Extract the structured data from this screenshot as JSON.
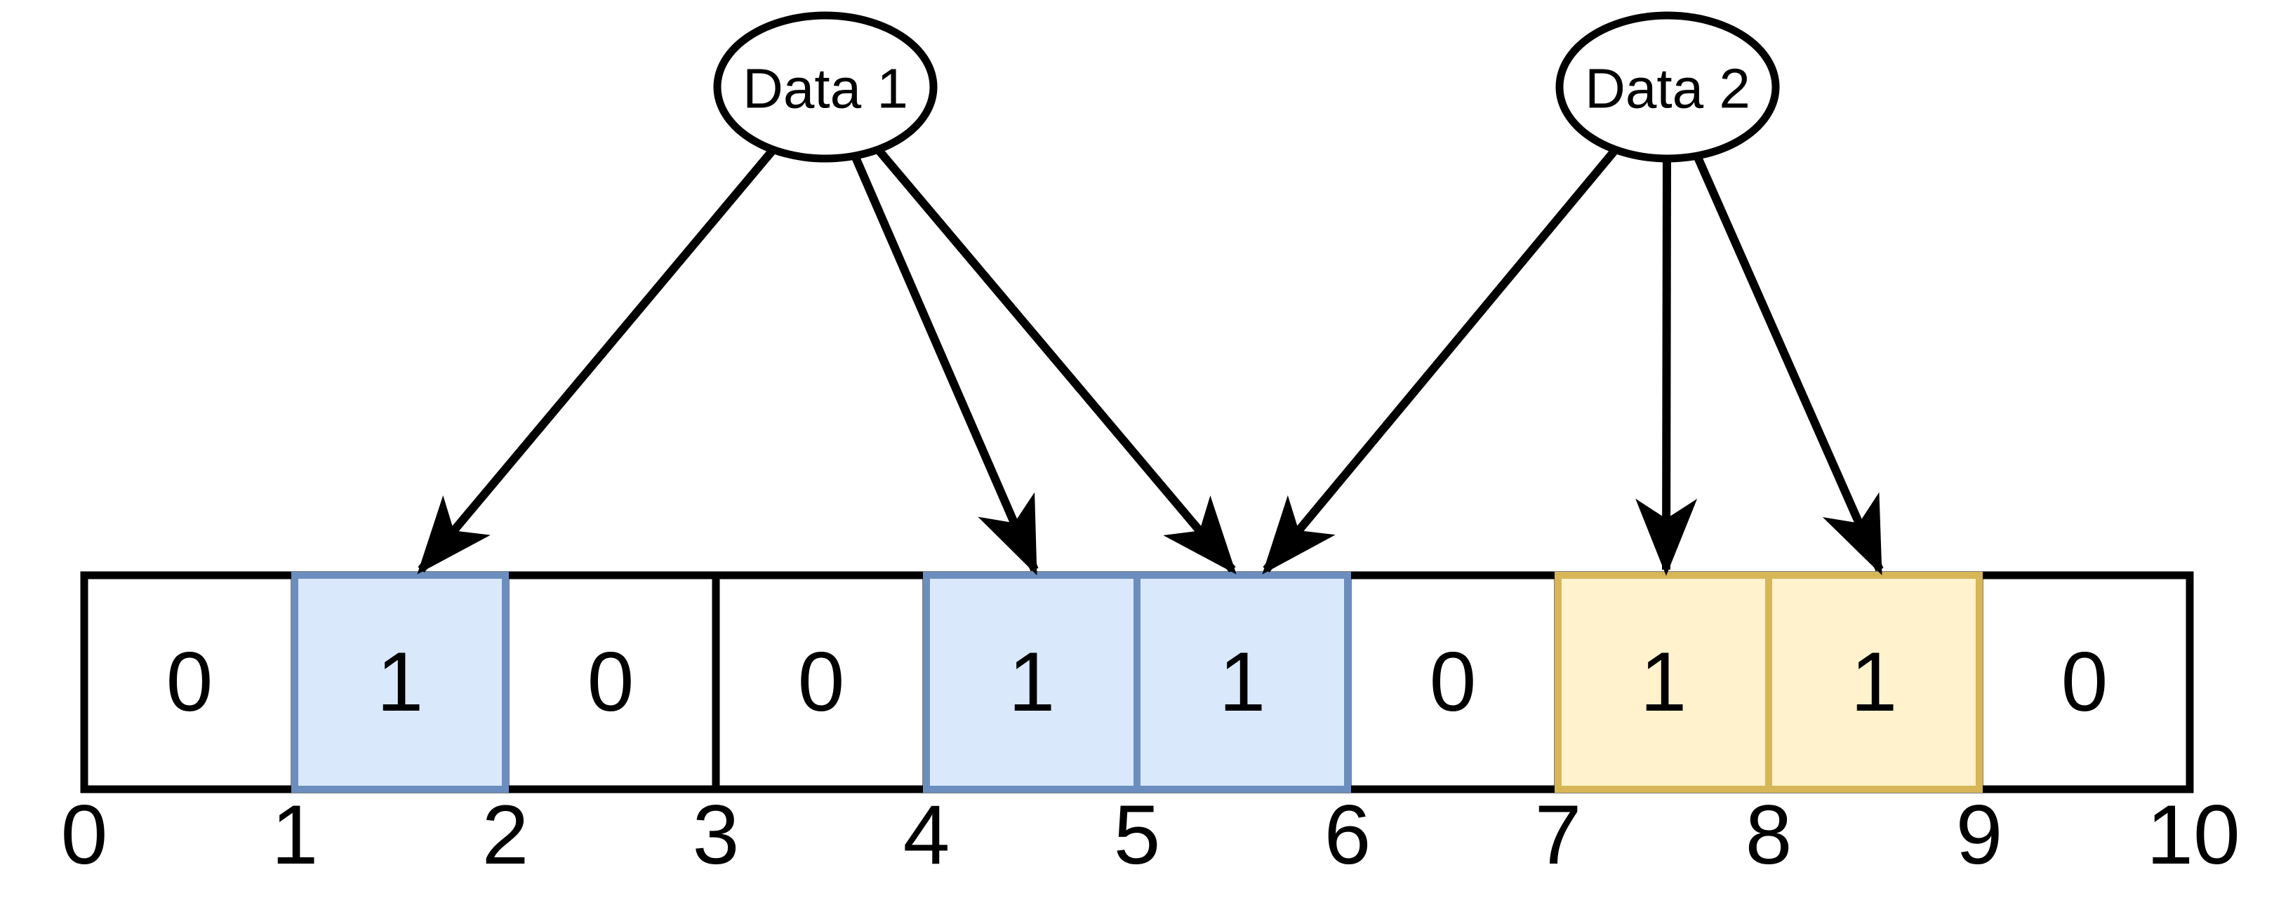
{
  "nodes": {
    "data1": {
      "label": "Data 1"
    },
    "data2": {
      "label": "Data 2"
    }
  },
  "bit_array": {
    "cells": [
      {
        "index": 0,
        "value": "0",
        "highlight": "none"
      },
      {
        "index": 1,
        "value": "1",
        "highlight": "blue"
      },
      {
        "index": 2,
        "value": "0",
        "highlight": "none"
      },
      {
        "index": 3,
        "value": "0",
        "highlight": "none"
      },
      {
        "index": 4,
        "value": "1",
        "highlight": "blue"
      },
      {
        "index": 5,
        "value": "1",
        "highlight": "blue"
      },
      {
        "index": 6,
        "value": "0",
        "highlight": "none"
      },
      {
        "index": 7,
        "value": "1",
        "highlight": "yellow"
      },
      {
        "index": 8,
        "value": "1",
        "highlight": "yellow"
      },
      {
        "index": 9,
        "value": "0",
        "highlight": "none"
      }
    ],
    "index_labels": [
      "0",
      "1",
      "2",
      "3",
      "4",
      "5",
      "6",
      "7",
      "8",
      "9",
      "10"
    ]
  },
  "arrows": [
    {
      "from": "Data 1",
      "to_cell_index": 1
    },
    {
      "from": "Data 1",
      "to_cell_index": 4
    },
    {
      "from": "Data 1",
      "to_cell_index": 5
    },
    {
      "from": "Data 2",
      "to_cell_index": 5
    },
    {
      "from": "Data 2",
      "to_cell_index": 7
    },
    {
      "from": "Data 2",
      "to_cell_index": 8
    }
  ],
  "colors": {
    "highlight_blue_fill": "#dae8fc",
    "highlight_blue_stroke": "#6c8ebf",
    "highlight_yellow_fill": "#fff2cc",
    "highlight_yellow_stroke": "#d6b656",
    "line": "#000000",
    "background": "#ffffff"
  }
}
